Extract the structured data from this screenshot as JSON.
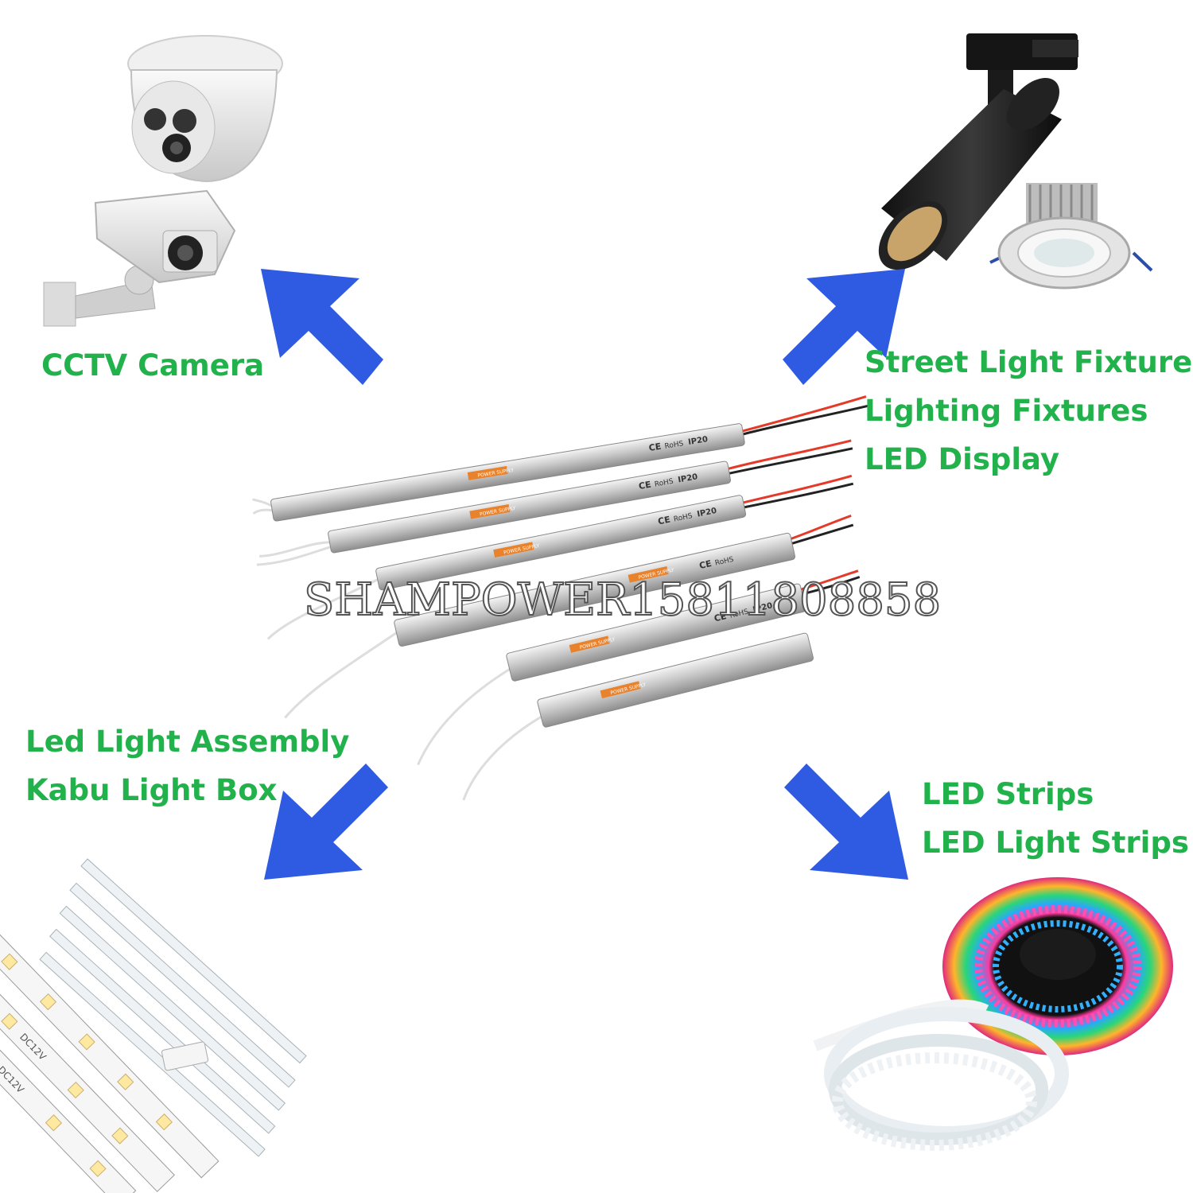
{
  "labels": {
    "cctv": "CCTV Camera",
    "street_light": "Street Light Fixture",
    "lighting_fixtures": "Lighting Fixtures",
    "led_display": "LED Display",
    "led_light_assembly": "Led Light Assembly",
    "kabu_light_box": "Kabu Light Box",
    "led_strips": "LED Strips",
    "led_light_strips": "LED Light Strips"
  },
  "watermark": "SHAMPOWER15811808858",
  "product_text": {
    "power_supply": "POWER SUPPLY",
    "ce": "CE",
    "rohs": "RoHS",
    "ip": "IP20",
    "dc": "DC12V"
  },
  "colors": {
    "label_green": "#22b24c",
    "arrow_blue": "#2f5be3"
  }
}
